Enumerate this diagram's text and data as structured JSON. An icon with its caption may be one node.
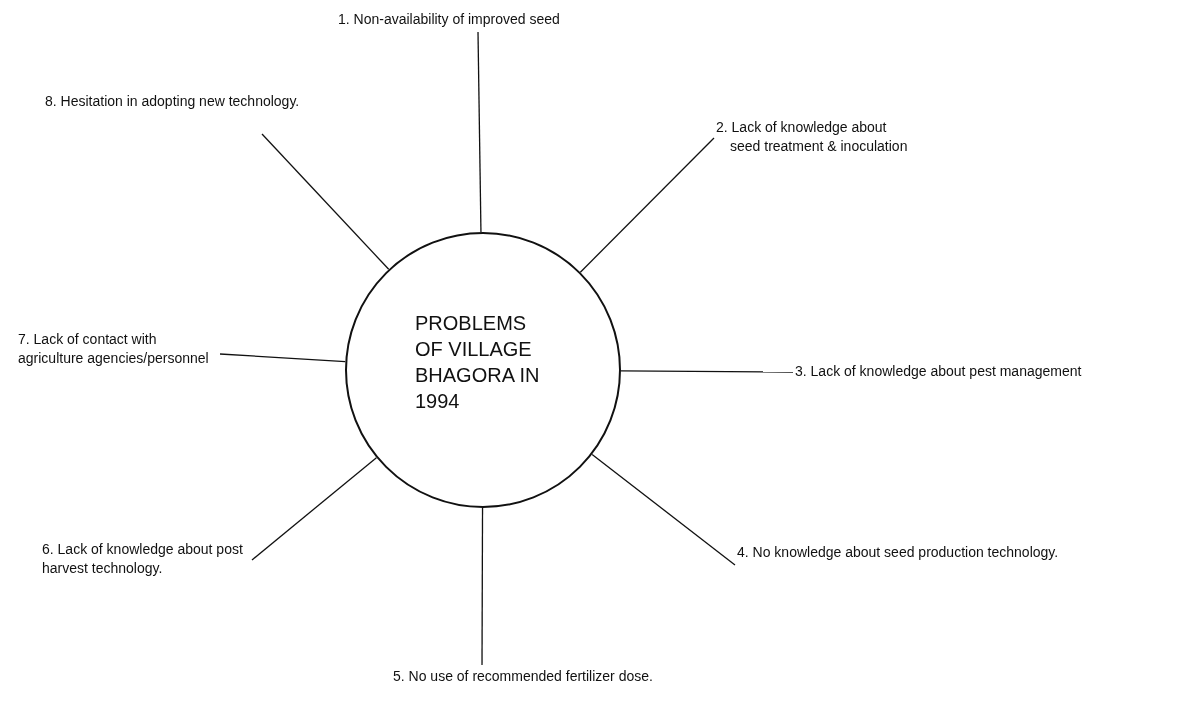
{
  "diagram": {
    "nodes": [
      {
        "text": [
          "PROBLEMS OF VILLAGE BHAGORA IN 1994"
        ]
      },
      {
        "text": [
          "1. Non-availability of improved seed"
        ]
      },
      {
        "text": [
          "2. Lack of knowledge about seed treatment & inoculation"
        ]
      },
      {
        "text": [
          "3. Lack of knowledge about pest management"
        ]
      },
      {
        "text": [
          "4. No knowledge about seed production technology."
        ]
      },
      {
        "text": [
          "5. No use of recommended fertilizer dose."
        ]
      },
      {
        "text": [
          "6. Lack of knowledge about post harvest technology."
        ]
      },
      {
        "text": [
          "7. Lack of contact with agriculture agencies/personnel"
        ]
      },
      {
        "text": [
          "8. Hesitation in adopting new technology."
        ]
      }
    ],
    "edges": [
      {
        "from": 0,
        "to": 1,
        "arrow": "none"
      },
      {
        "from": 0,
        "to": 2,
        "arrow": "none"
      },
      {
        "from": 0,
        "to": 3,
        "arrow": "none"
      },
      {
        "from": 0,
        "to": 4,
        "arrow": "none"
      },
      {
        "from": 0,
        "to": 5,
        "arrow": "none"
      },
      {
        "from": 0,
        "to": 6,
        "arrow": "none"
      },
      {
        "from": 0,
        "to": 7,
        "arrow": "none"
      },
      {
        "from": 0,
        "to": 8,
        "arrow": "none"
      }
    ]
  }
}
